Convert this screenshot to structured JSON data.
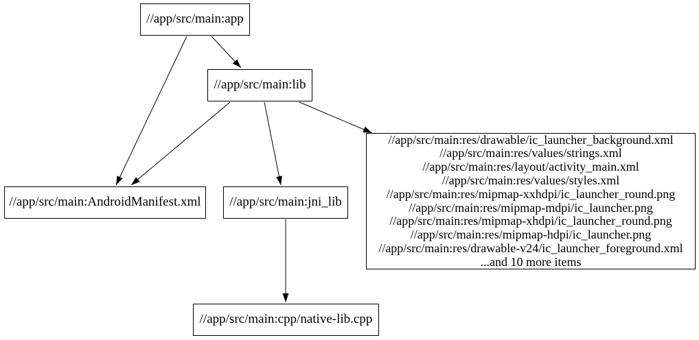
{
  "graph": {
    "nodes": {
      "app": {
        "label": "//app/src/main:app"
      },
      "lib": {
        "label": "//app/src/main:lib"
      },
      "android_manifest": {
        "label": "//app/src/main:AndroidManifest.xml"
      },
      "jni_lib": {
        "label": "//app/src/main:jni_lib"
      },
      "res_files": {
        "label": "//app/src/main:res/drawable/ic_launcher_background.xml\n//app/src/main:res/values/strings.xml\n//app/src/main:res/layout/activity_main.xml\n//app/src/main:res/values/styles.xml\n//app/src/main:res/mipmap-xxhdpi/ic_launcher_round.png\n//app/src/main:res/mipmap-mdpi/ic_launcher.png\n//app/src/main:res/mipmap-xhdpi/ic_launcher_round.png\n//app/src/main:res/mipmap-hdpi/ic_launcher.png\n//app/src/main:res/drawable-v24/ic_launcher_foreground.xml\n...and 10 more items"
      },
      "cpp": {
        "label": "//app/src/main:cpp/native-lib.cpp"
      }
    },
    "edges": [
      {
        "from": "app",
        "to": "lib"
      },
      {
        "from": "app",
        "to": "android_manifest"
      },
      {
        "from": "lib",
        "to": "android_manifest"
      },
      {
        "from": "lib",
        "to": "jni_lib"
      },
      {
        "from": "lib",
        "to": "res_files"
      },
      {
        "from": "jni_lib",
        "to": "cpp"
      }
    ],
    "colors": {
      "background": "#ffffff",
      "node_fill": "#ffffff",
      "node_border": "#000000",
      "edge": "#000000",
      "text": "#000000"
    }
  }
}
